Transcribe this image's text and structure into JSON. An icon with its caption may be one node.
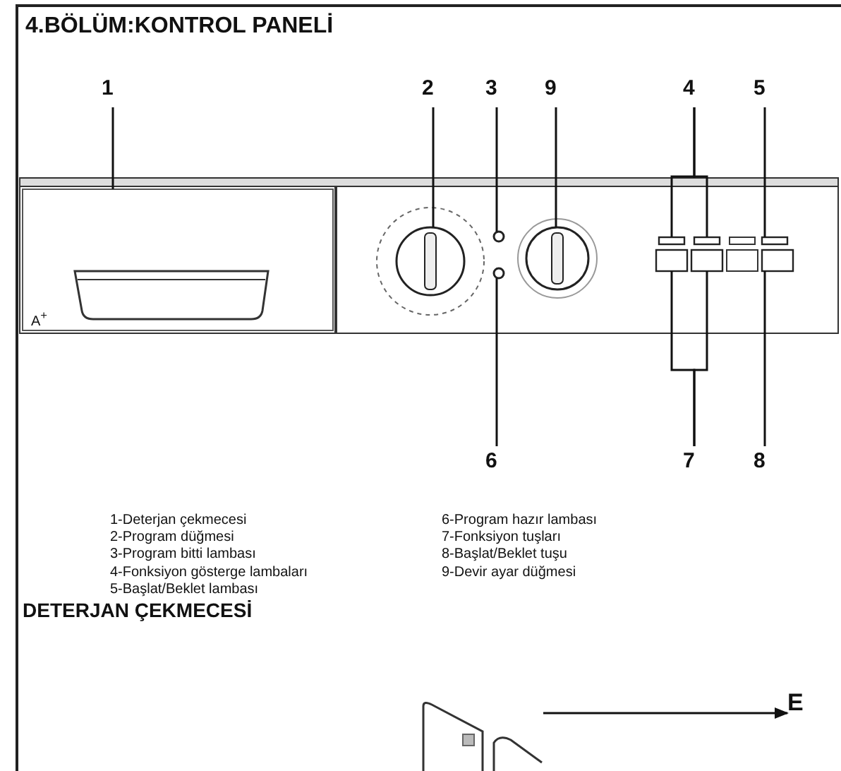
{
  "diagram": {
    "title": "4.BÖLÜM:KONTROL PANELİ",
    "nodes": [
      {
        "text": [
          "1"
        ]
      },
      {
        "text": [
          "2"
        ]
      },
      {
        "text": [
          "3"
        ]
      },
      {
        "text": [
          "9"
        ]
      },
      {
        "text": [
          "4"
        ]
      },
      {
        "text": [
          "5"
        ]
      },
      {
        "text": [
          "6"
        ]
      },
      {
        "text": [
          "7"
        ]
      },
      {
        "text": [
          "8"
        ]
      },
      {
        "text": [],
        "shape": "box"
      },
      {
        "text": [],
        "shape": "circle"
      },
      {
        "text": [],
        "shape": "circle"
      },
      {
        "text": [],
        "shape": "circle"
      },
      {
        "text": [],
        "shape": "box"
      },
      {
        "text": [],
        "shape": "box"
      },
      {
        "text": [],
        "shape": "box"
      },
      {
        "text": [],
        "shape": "box"
      },
      {
        "text": [],
        "shape": "box"
      },
      {
        "text": [],
        "shape": "box"
      },
      {
        "text": [],
        "shape": "circle"
      },
      {
        "text": [],
        "shape": "picture"
      },
      {
        "text": [
          "E"
        ]
      }
    ],
    "edges": [
      {
        "from": 0,
        "to": 9,
        "arrow": "none"
      },
      {
        "from": 1,
        "to": 10,
        "arrow": "none"
      },
      {
        "from": 2,
        "to": 11,
        "arrow": "none"
      },
      {
        "from": 3,
        "to": 12,
        "arrow": "none"
      },
      {
        "from": 4,
        "to": 13,
        "arrow": "none"
      },
      {
        "from": 4,
        "to": 14,
        "arrow": "none"
      },
      {
        "from": 5,
        "to": 15,
        "arrow": "none"
      },
      {
        "from": 6,
        "to": 19,
        "arrow": "none"
      },
      {
        "from": 7,
        "to": 16,
        "arrow": "none"
      },
      {
        "from": 7,
        "to": 17,
        "arrow": "none"
      },
      {
        "from": 8,
        "to": 18,
        "arrow": "none"
      },
      {
        "from": 20,
        "to": 21,
        "arrow": "to"
      }
    ],
    "labels": [
      "A$^{+}$",
      "1-Deterjan çekmecesi",
      "2-Program düğmesi",
      "3-Program bitti lambası",
      "4-Fonksiyon gösterge lambaları",
      "5-Başlat/Beklet lambası",
      "6-Program hazır lambası",
      "7-Fonksiyon tuşları",
      "8-Başlat/Beklet tuşu",
      "9-Devir ayar düğmesi",
      "DETERJAN ÇEKMECESİ"
    ]
  }
}
